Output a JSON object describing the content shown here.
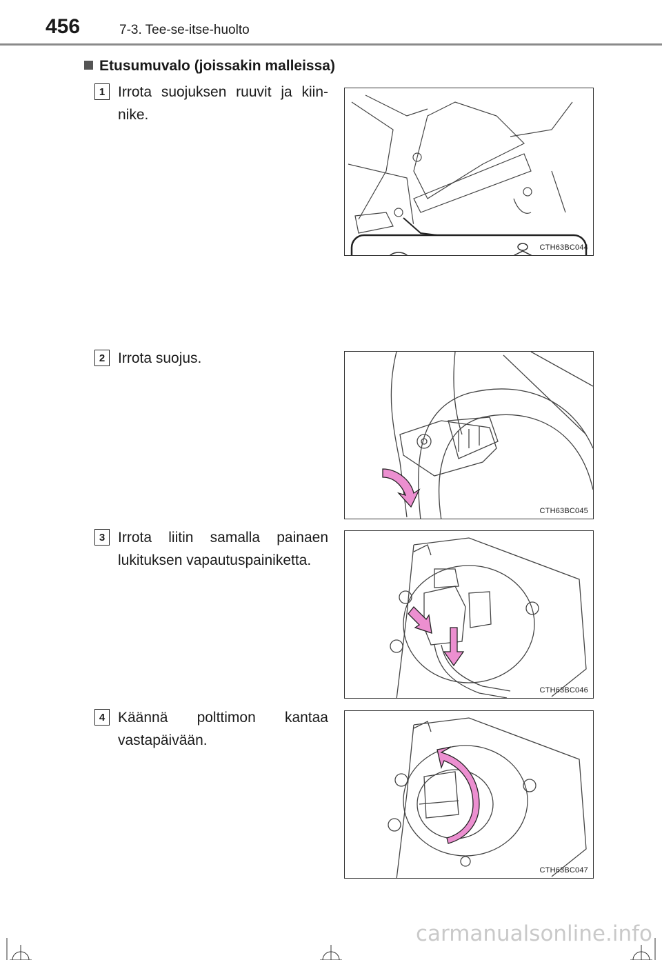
{
  "header": {
    "page_number": "456",
    "chapter": "7-3. Tee-se-itse-huolto"
  },
  "section": {
    "title": "Etusumuvalo (joissakin malleissa)"
  },
  "steps": [
    {
      "number": "1",
      "text": "Irrota suojuksen ruuvit ja kiin-nike.",
      "figure_code": "CTH63BC044"
    },
    {
      "number": "2",
      "text": "Irrota suojus.",
      "figure_code": "CTH63BC045"
    },
    {
      "number": "3",
      "text": "Irrota liitin samalla painaen lukituksen vapautuspainiketta.",
      "figure_code": "CTH63BC046"
    },
    {
      "number": "4",
      "text": "Käännä polttimon kantaa vastapäivään.",
      "figure_code": "CTH63BC047"
    }
  ],
  "footer": {
    "watermark": "carmanualsonline.info"
  },
  "colors": {
    "arrow_pink": "#ec8fd0",
    "rule_gray": "#8a8a8a"
  }
}
